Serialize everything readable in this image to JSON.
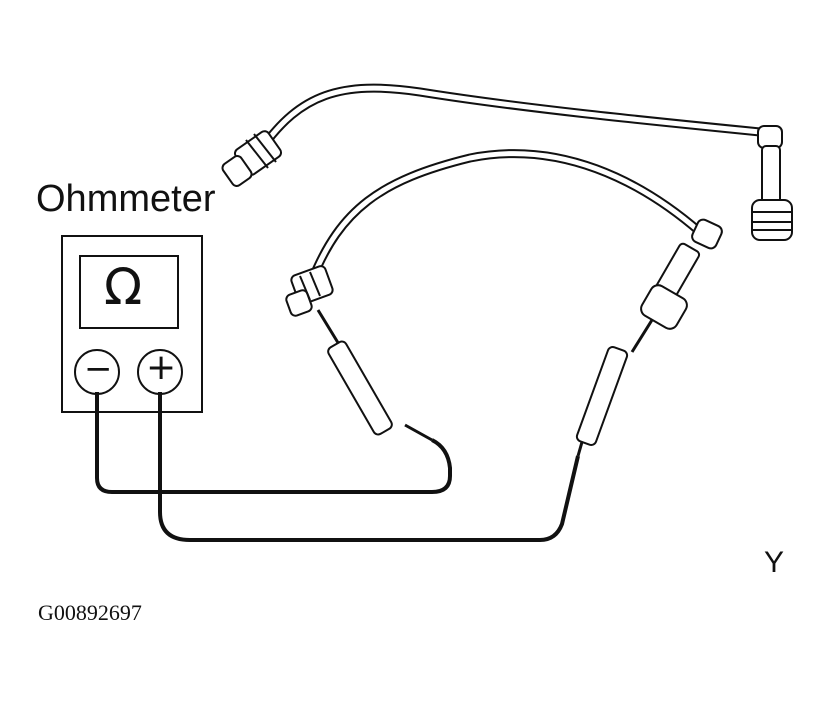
{
  "diagram": {
    "meter_label": "Ohmmeter",
    "display_symbol": "Ω",
    "terminal_negative": "−",
    "terminal_positive": "+",
    "corner_letter": "Y",
    "figure_code": "G00892697"
  }
}
